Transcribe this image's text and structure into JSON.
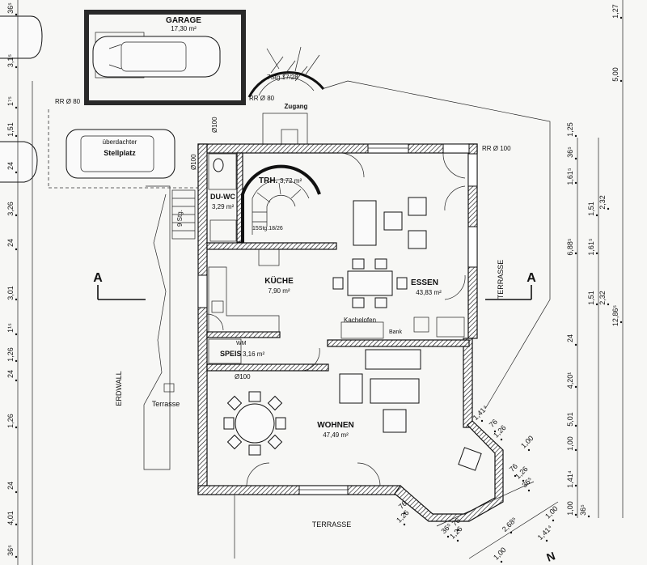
{
  "rooms": {
    "garage": {
      "name": "GARAGE",
      "area": "17,30 m²"
    },
    "carport": {
      "line1": "überdachter",
      "line2": "Stellplatz"
    },
    "entrance": {
      "label": "Zugang",
      "stair_note": "7Stg.17/28"
    },
    "stair_hall": {
      "name": "TRH.",
      "area": "3,72 m²",
      "stair_note": "15Stg.18/26"
    },
    "shower_wc": {
      "name": "DU-WC",
      "area": "3,29 m²"
    },
    "kitchen": {
      "name": "KÜCHE",
      "area": "7,90 m²"
    },
    "dining": {
      "name": "ESSEN",
      "area": "43,83 m²"
    },
    "pantry": {
      "name": "SPEIS",
      "area": "3,16 m²"
    },
    "living": {
      "name": "WOHNEN",
      "area": "47,49 m²"
    },
    "stove": "Kachelofen",
    "bench": "Bank",
    "washer": "WM"
  },
  "outside": {
    "terrace_left": "Terrasse",
    "terrace_right": "TERRASSE",
    "terrace_bottom": "TERRASSE",
    "earth_wall": "ERDWALL",
    "steps": "9 Stg."
  },
  "section_marks": {
    "left": "A",
    "right": "A"
  },
  "pipe_labels": {
    "rr80_garage": "RR Ø 80",
    "rr80_stair": "RR Ø 80",
    "rr100_house": "RR Ø 100",
    "o100_a": "Ø100",
    "o100_b": "Ø100",
    "o100_c": "Ø100"
  },
  "dims_left": [
    "36⁵",
    "3,1⁵",
    "1⁷⁵",
    "1,51",
    "24",
    "3,26",
    "24",
    "3,01",
    "1¹⁵",
    "1,26",
    "24",
    "1,26",
    "24",
    "4,01",
    "36⁵"
  ],
  "dims_right": [
    "5,00",
    "36⁵",
    "1,25",
    "1,61⁵",
    "1,51",
    "2,32",
    "6,88⁵",
    "1,61⁵",
    "1,51",
    "2,32",
    "12,86⁵",
    "24",
    "4,20¹",
    "5,01",
    "1,00",
    "1,41⁴",
    "1,00",
    "36⁵",
    "1,27"
  ],
  "dims_bay": [
    "1,41⁴",
    "76",
    "1,26",
    "1,00",
    "76",
    "1,26",
    "1,00",
    "1,41⁴",
    "2,68⁵",
    "36⁵",
    "1,00",
    "76",
    "1,26",
    "76",
    "1,26",
    "36⁵"
  ],
  "north_mark": "N",
  "colors": {
    "ink": "#111111",
    "paper": "#f7f7f5"
  }
}
